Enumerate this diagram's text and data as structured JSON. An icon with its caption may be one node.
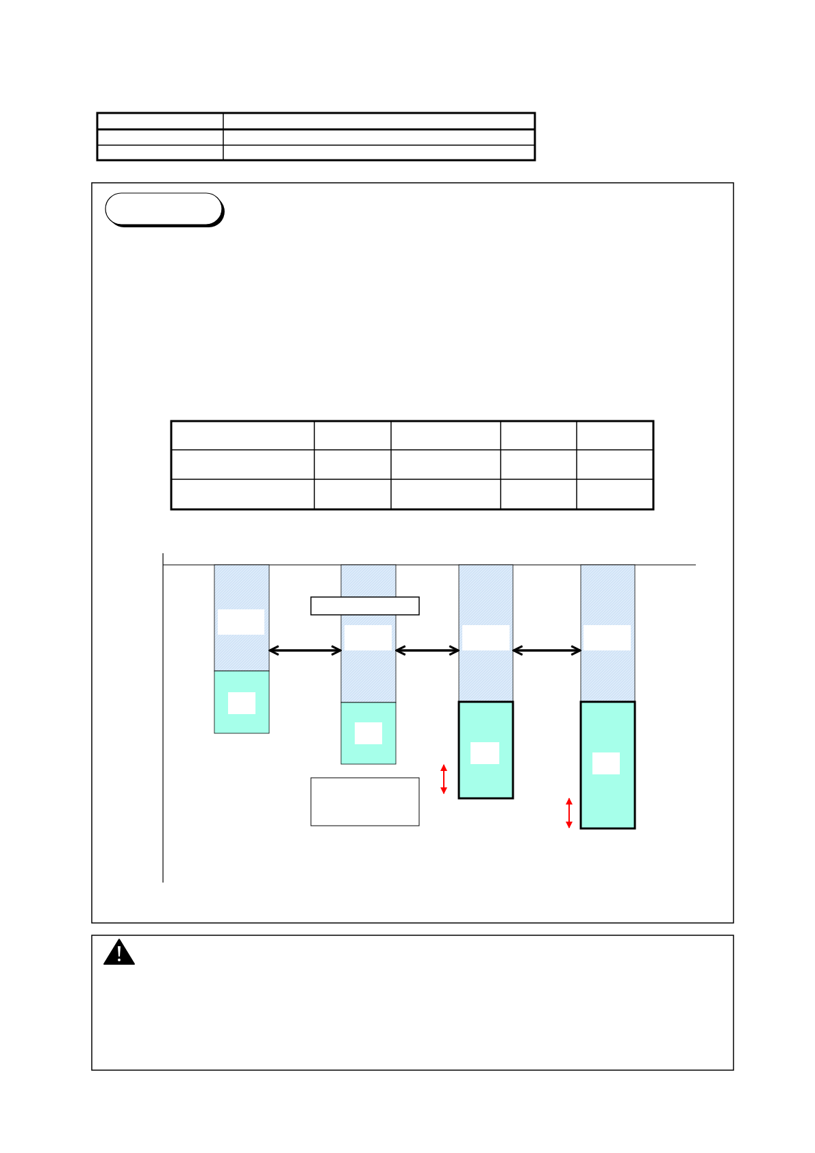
{
  "diagram": {
    "nodes": [
      {
        "text": [],
        "shape": "bar"
      },
      {
        "text": [],
        "shape": "bar"
      },
      {
        "text": [],
        "shape": "bar"
      },
      {
        "text": [],
        "shape": "bar"
      },
      {
        "text": [],
        "shape": "box"
      },
      {
        "text": [],
        "shape": "box"
      }
    ],
    "edges": [
      {
        "from": 0,
        "to": 1,
        "arrow": "both"
      },
      {
        "from": 1,
        "to": 2,
        "arrow": "both"
      },
      {
        "from": 2,
        "to": 3,
        "arrow": "both"
      }
    ]
  }
}
